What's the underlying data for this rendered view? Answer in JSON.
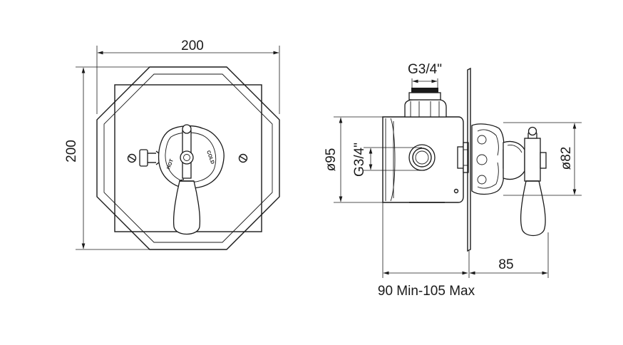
{
  "front_view": {
    "width_dim": "200",
    "height_dim": "200",
    "dial_labels": {
      "hot": "HOT",
      "cold": "COLD"
    }
  },
  "side_view": {
    "thread_top": "G3/4\"",
    "thread_side": "G3/4\"",
    "body_diameter": "ø95",
    "handle_diameter": "ø82",
    "projection": "85",
    "depth": "90 Min-105 Max"
  }
}
